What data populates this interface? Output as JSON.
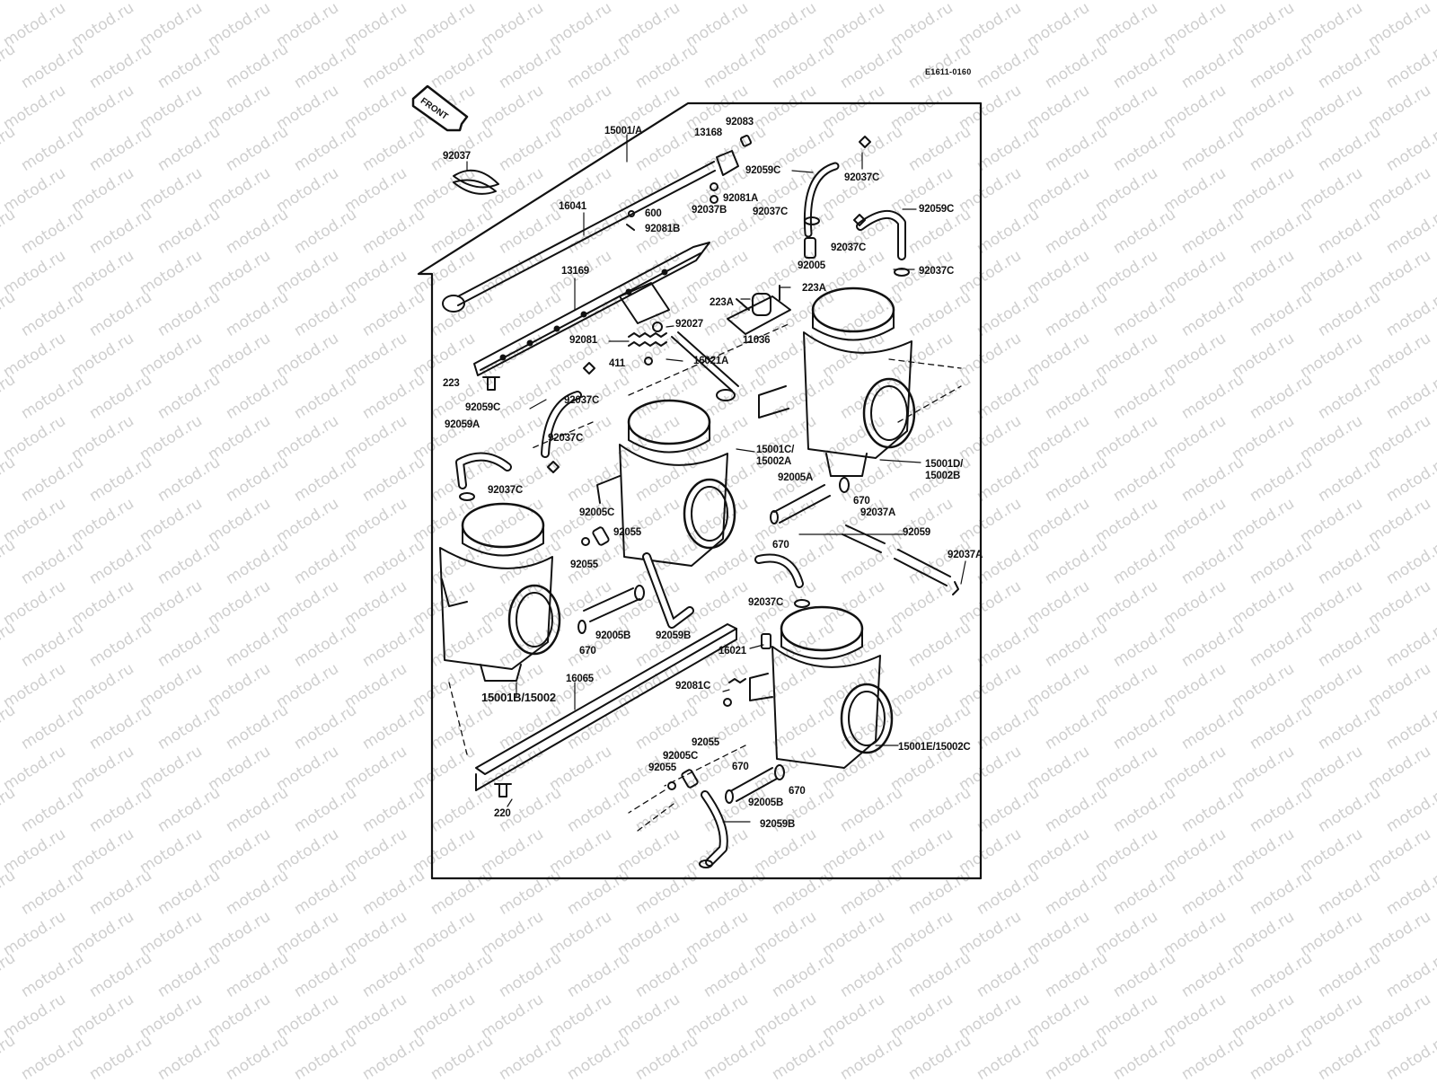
{
  "diagram_code": "E1611-0160",
  "front_arrow_label": "FRONT",
  "watermark": "motod.ru",
  "labels": {
    "p15001A": "15001/A",
    "p92037": "92037",
    "p13168": "13168",
    "p92083": "92083",
    "p92081A": "92081A",
    "p92037B": "92037B",
    "p16041": "16041",
    "p600": "600",
    "p92081B": "92081B",
    "p13169": "13169",
    "p92059C_a": "92059C",
    "p92037C_a": "92037C",
    "p92037C_b": "92037C",
    "p92059C_b": "92059C",
    "p92037C_c": "92037C",
    "p92005": "92005",
    "p92037C_d": "92037C",
    "p223A_l": "223A",
    "p223A_r": "223A",
    "p92027": "92027",
    "p11036": "11036",
    "p92081": "92081",
    "p16021A": "16021A",
    "p411": "411",
    "p223": "223",
    "p92037C_e": "92037C",
    "p92059C_c": "92059C",
    "p92059A": "92059A",
    "p92037C_f": "92037C",
    "p15001C": "15001C/",
    "p15002A": "15002A",
    "p15001D": "15001D/",
    "p15002B": "15002B",
    "p92037C_g": "92037C",
    "p92005A": "92005A",
    "p670_a": "670",
    "p92037A_a": "92037A",
    "p92059": "92059",
    "p92005C_a": "92005C",
    "p92055_a": "92055",
    "p92055_b": "92055",
    "p670_b": "670",
    "p92037A_b": "92037A",
    "p92037C_h": "92037C",
    "p670_c": "670",
    "p92005B_a": "92005B",
    "p92059B_a": "92059B",
    "p16021": "16021",
    "p16065": "16065",
    "p15001B": "15001B/15002",
    "p92081C": "92081C",
    "p92055_c": "92055",
    "p92005C_b": "92005C",
    "p92055_d": "92055",
    "p670_d": "670",
    "p670_e": "670",
    "p92005B_b": "92005B",
    "p15001E": "15001E/15002C",
    "p92059B_b": "92059B",
    "p220": "220"
  }
}
